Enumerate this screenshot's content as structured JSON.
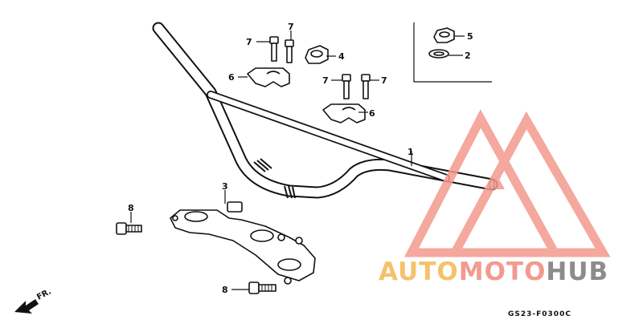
{
  "diagram": {
    "callouts": {
      "handlebar": "1",
      "washer": "2",
      "lower_holder": "3",
      "nut_large": "4",
      "nut_small": "5",
      "upper_holder_left": "6",
      "upper_holder_right": "6",
      "bolt_a": "7",
      "bolt_b": "7",
      "bolt_c": "7",
      "bolt_d": "7",
      "bolt_side": "8",
      "bolt_bottom": "8"
    },
    "direction_label": "FR.",
    "diagram_code": "GS23-F0300C"
  },
  "watermark": {
    "part1": "AUTO",
    "part2": "MOTO",
    "part3": "HUB",
    "colors": {
      "auto": "#f5c16b",
      "moto": "#f39a8e",
      "hub": "#8c8c8c",
      "logo": "#f39a8e"
    }
  }
}
